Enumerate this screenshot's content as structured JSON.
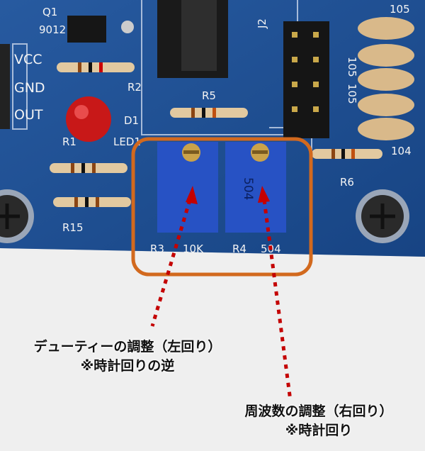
{
  "pcb_labels": {
    "q1": "Q1",
    "q1_part": "9012",
    "vcc": "VCC",
    "gnd": "GND",
    "out": "OUT",
    "r2": "R2",
    "r5": "R5",
    "j2": "J2",
    "cap_105_top": "105",
    "cap_105_a": "105",
    "cap_105_b": "105",
    "d1": "D1",
    "led1": "LED1",
    "r1": "R1",
    "r6": "R6",
    "cap_104": "104",
    "r15": "R15",
    "r3": "R3",
    "r3_value": "10K",
    "r4": "R4",
    "r4_value": "504",
    "pot_marking": "504"
  },
  "annotations": {
    "duty_title": "デューティーの調整（左回り）",
    "duty_note": "※時計回りの逆",
    "freq_title": "周波数の調整（右回り）",
    "freq_note": "※時計回り"
  },
  "colors": {
    "board": "#1d4f93",
    "highlight_box": "#d2691e",
    "arrow": "#c40000"
  }
}
